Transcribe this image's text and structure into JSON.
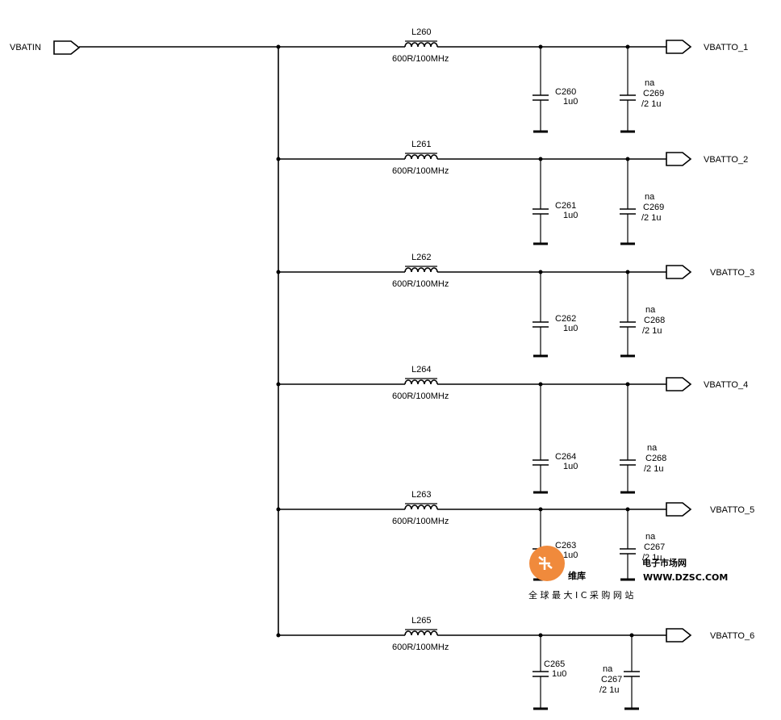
{
  "input_port": {
    "label": "VBATIN"
  },
  "rows": [
    {
      "inductor": {
        "ref": "L260",
        "value": "600R/100MHz"
      },
      "cap1": {
        "ref": "C260",
        "value": "1u0"
      },
      "cap2": {
        "note": "na",
        "ref": "C269",
        "value": "/2 1u"
      },
      "output": "VBATTO_1"
    },
    {
      "inductor": {
        "ref": "L261",
        "value": "600R/100MHz"
      },
      "cap1": {
        "ref": "C261",
        "value": "1u0"
      },
      "cap2": {
        "note": "na",
        "ref": "C269",
        "value": "/2 1u"
      },
      "output": "VBATTO_2"
    },
    {
      "inductor": {
        "ref": "L262",
        "value": "600R/100MHz"
      },
      "cap1": {
        "ref": "C262",
        "value": "1u0"
      },
      "cap2": {
        "note": "na",
        "ref": "C268",
        "value": "/2 1u"
      },
      "output": "VBATTO_3"
    },
    {
      "inductor": {
        "ref": "L264",
        "value": "600R/100MHz"
      },
      "cap1": {
        "ref": "C264",
        "value": "1u0"
      },
      "cap2": {
        "note": "na",
        "ref": "C268",
        "value": "/2 1u"
      },
      "output": "VBATTO_4"
    },
    {
      "inductor": {
        "ref": "L263",
        "value": "600R/100MHz"
      },
      "cap1": {
        "ref": "C263",
        "value": "1u0"
      },
      "cap2": {
        "note": "na",
        "ref": "C267",
        "value": "/2 1u"
      },
      "output": "VBATTO_5"
    },
    {
      "inductor": {
        "ref": "L265",
        "value": "600R/100MHz"
      },
      "cap1": {
        "ref": "C265",
        "value": "1u0"
      },
      "cap2": {
        "note": "na",
        "ref": "C267",
        "value": "/2 1u"
      },
      "output": "VBATTO_6"
    }
  ],
  "watermark": {
    "brand": "维库",
    "subtitle": "电子市场网",
    "url": "WWW.DZSC.COM",
    "slogan": "全 球 最 大 I C 采 购 网 站",
    "color": "#f08a3c"
  }
}
